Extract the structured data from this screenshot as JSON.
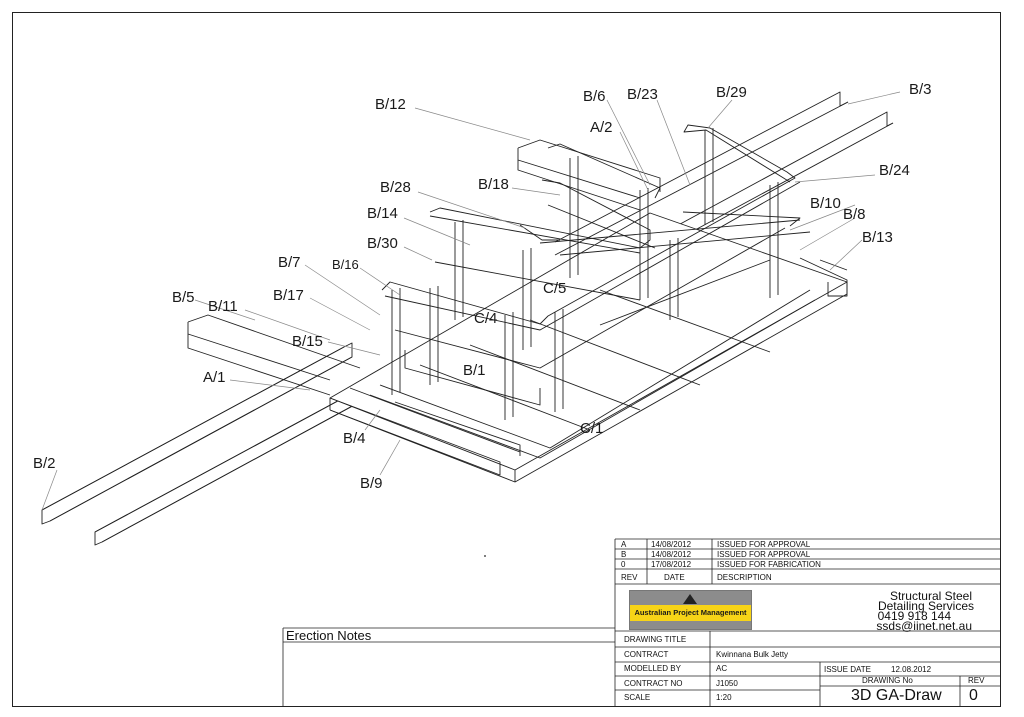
{
  "callouts": {
    "b12": "B/12",
    "b6": "B/6",
    "b23": "B/23",
    "b29": "B/29",
    "b3": "B/3",
    "a2": "A/2",
    "b24": "B/24",
    "b18": "B/18",
    "b28": "B/28",
    "b10": "B/10",
    "b8": "B/8",
    "b13": "B/13",
    "b14": "B/14",
    "b30": "B/30",
    "b7": "B/7",
    "b16": "B/16",
    "c5": "C/5",
    "b5": "B/5",
    "b11": "B/11",
    "b17": "B/17",
    "c4": "C/4",
    "b15": "B/15",
    "a1": "A/1",
    "b1": "B/1",
    "c1": "C/1",
    "b4": "B/4",
    "b2": "B/2",
    "b9": "B/9"
  },
  "erection_notes": {
    "title": "Erection Notes"
  },
  "revisions": {
    "rows": [
      {
        "rev": "A",
        "date": "14/08/2012",
        "description": "ISSUED FOR APPROVAL"
      },
      {
        "rev": "B",
        "date": "14/08/2012",
        "description": "ISSUED FOR APPROVAL"
      },
      {
        "rev": "0",
        "date": "17/08/2012",
        "description": "ISSUED FOR FABRICATION"
      }
    ],
    "header": {
      "rev": "REV",
      "date": "DATE",
      "description": "DESCRIPTION"
    }
  },
  "company": {
    "logo_text": "Australian Project Management",
    "name_line1": "Structural Steel",
    "name_line2": "Detailing Services",
    "phone": "0419 918 144",
    "email": "ssds@iinet.net.au"
  },
  "title_block": {
    "drawing_title_label": "DRAWING TITLE",
    "drawing_title_value": "",
    "contract_label": "CONTRACT",
    "contract_value": "Kwinnana Bulk Jetty",
    "modelled_by_label": "MODELLED BY",
    "modelled_by_value": "AC",
    "issue_date_label": "ISSUE DATE",
    "issue_date_value": "12.08.2012",
    "contract_no_label": "CONTRACT NO",
    "contract_no_value": "J1050",
    "drawing_no_label": "DRAWING No",
    "rev_label": "REV",
    "scale_label": "SCALE",
    "scale_value": "1:20",
    "drawing_no_value": "3D GA-Draw",
    "rev_value": "0"
  }
}
